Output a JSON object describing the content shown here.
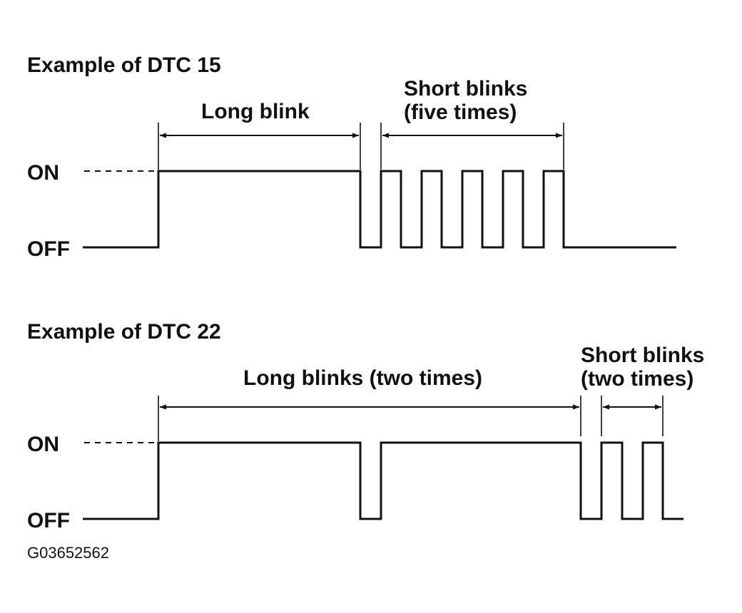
{
  "diagrams": [
    {
      "title": "Example of DTC 15",
      "on_label": "ON",
      "off_label": "OFF",
      "long_label": "Long blink",
      "short_label_line1": "Short blinks",
      "short_label_line2": "(five times)",
      "long_blinks": 1,
      "short_blinks": 5
    },
    {
      "title": "Example of DTC 22",
      "on_label": "ON",
      "off_label": "OFF",
      "long_label": "Long blinks (two times)",
      "short_label_line1": "Short blinks",
      "short_label_line2": "(two times)",
      "long_blinks": 2,
      "short_blinks": 2
    }
  ],
  "figure_code": "G03652562",
  "colors": {
    "line": "#111111",
    "background": "#ffffff"
  }
}
